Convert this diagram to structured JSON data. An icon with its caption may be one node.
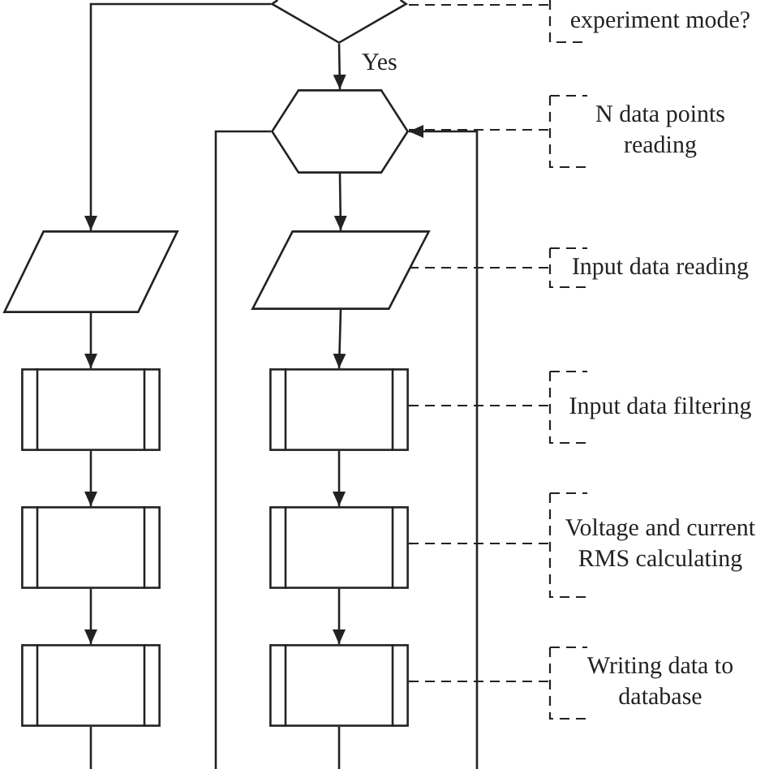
{
  "diagram": {
    "nodes": [
      {
        "text": [],
        "shape": "diamond"
      },
      {
        "text": [],
        "shape": "hexagon"
      },
      {
        "text": [],
        "shape": "parallelogram"
      },
      {
        "text": [],
        "shape": "parallelogram"
      },
      {
        "text": [],
        "shape": "box"
      },
      {
        "text": [],
        "shape": "box"
      },
      {
        "text": [],
        "shape": "box"
      },
      {
        "text": [],
        "shape": "box"
      },
      {
        "text": [],
        "shape": "box"
      },
      {
        "text": [],
        "shape": "box"
      },
      {
        "text": [
          "experiment mode?"
        ]
      },
      {
        "text": [
          "N data points reading"
        ]
      },
      {
        "text": [
          "Input data reading"
        ]
      },
      {
        "text": [
          "Input data filtering"
        ]
      },
      {
        "text": [
          "Voltage and current RMS calculating"
        ]
      },
      {
        "text": [
          "Writing data to database"
        ]
      }
    ],
    "edges": [
      {
        "from": 0,
        "to": 1,
        "arrow": "to",
        "label": "Yes"
      },
      {
        "from": 0,
        "to": 2,
        "arrow": "to"
      },
      {
        "from": 1,
        "to": 3,
        "arrow": "to"
      },
      {
        "from": 2,
        "to": 4,
        "arrow": "to"
      },
      {
        "from": 4,
        "to": 5,
        "arrow": "to"
      },
      {
        "from": 5,
        "to": 6,
        "arrow": "to"
      },
      {
        "from": 3,
        "to": 7,
        "arrow": "to"
      },
      {
        "from": 7,
        "to": 8,
        "arrow": "to"
      },
      {
        "from": 8,
        "to": 9,
        "arrow": "to"
      },
      {
        "from": 6,
        "to": null,
        "arrow": "none"
      },
      {
        "from": 9,
        "to": null,
        "arrow": "none"
      },
      {
        "from": 1,
        "to": null,
        "arrow": "none"
      },
      {
        "from": null,
        "to": 1,
        "arrow": "to"
      },
      {
        "from": 10,
        "to": 0,
        "arrow": "none",
        "style": "dashed"
      },
      {
        "from": 11,
        "to": 1,
        "arrow": "none",
        "style": "dashed"
      },
      {
        "from": 12,
        "to": 3,
        "arrow": "none",
        "style": "dashed"
      },
      {
        "from": 13,
        "to": 7,
        "arrow": "none",
        "style": "dashed"
      },
      {
        "from": 14,
        "to": 8,
        "arrow": "none",
        "style": "dashed"
      },
      {
        "from": 15,
        "to": 9,
        "arrow": "none",
        "style": "dashed"
      }
    ]
  }
}
